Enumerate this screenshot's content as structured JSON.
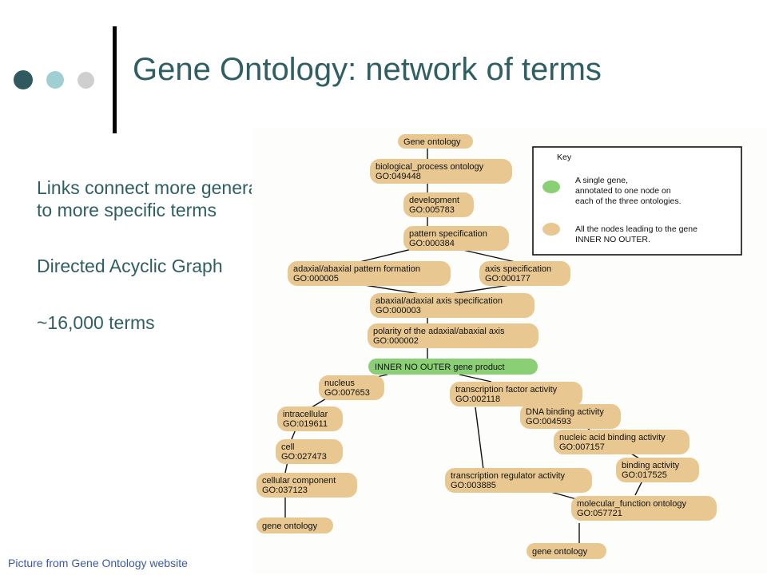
{
  "slide": {
    "title": "Gene Ontology: network of terms",
    "bullets": [
      {
        "line1": "Links connect more general",
        "line2": "to more specific terms"
      },
      {
        "line1": "Directed Acyclic Graph",
        "line2": ""
      },
      {
        "line1": "~16,000 terms",
        "line2": ""
      }
    ],
    "caption": "Picture from Gene Ontology website"
  },
  "colors": {
    "title": "#2f5f63",
    "node_tan": "#e8c890",
    "node_green": "#8bcf74",
    "caption": "#3a59a8"
  },
  "key": {
    "title": "Key",
    "green": {
      "line1": "A single gene,",
      "line2": "annotated to one node on",
      "line3": "each of the three ontologies."
    },
    "tan": {
      "line1": "All the nodes leading to the gene",
      "line2": "INNER NO OUTER."
    }
  },
  "nodes": {
    "gene_ontology_top": {
      "name": "Gene ontology"
    },
    "bp": {
      "name": "biological_process ontology",
      "id": "GO:049448"
    },
    "development": {
      "name": "development",
      "id": "GO:005783"
    },
    "pattern_spec": {
      "name": "pattern specification",
      "id": "GO:000384"
    },
    "adaxial_pattern": {
      "name": "adaxial/abaxial pattern formation",
      "id": "GO:000005"
    },
    "axis_spec": {
      "name": "axis specification",
      "id": "GO:000177"
    },
    "abaxial_axis_spec": {
      "name": "abaxial/adaxial axis specification",
      "id": "GO:000003"
    },
    "polarity": {
      "name": "polarity of the adaxial/abaxial axis",
      "id": "GO:000002"
    },
    "gene_product": {
      "name": "INNER NO OUTER gene product"
    },
    "nucleus": {
      "name": "nucleus",
      "id": "GO:007653"
    },
    "intracellular": {
      "name": "intracellular",
      "id": "GO:019611"
    },
    "cell": {
      "name": "cell",
      "id": "GO:027473"
    },
    "cellular_component": {
      "name": "cellular component",
      "id": "GO:037123"
    },
    "gene_ontology_cc": {
      "name": "gene ontology"
    },
    "tf_activity": {
      "name": "transcription factor activity",
      "id": "GO:002118"
    },
    "dna_binding": {
      "name": "DNA binding activity",
      "id": "GO:004593"
    },
    "na_binding": {
      "name": "nucleic acid binding activity",
      "id": "GO:007157"
    },
    "binding": {
      "name": "binding activity",
      "id": "GO:017525"
    },
    "tr_activity": {
      "name": "transcription regulator activity",
      "id": "GO:003885"
    },
    "mf_ontology": {
      "name": "molecular_function ontology",
      "id": "GO:057721"
    },
    "gene_ontology_mf": {
      "name": "gene ontology"
    }
  }
}
